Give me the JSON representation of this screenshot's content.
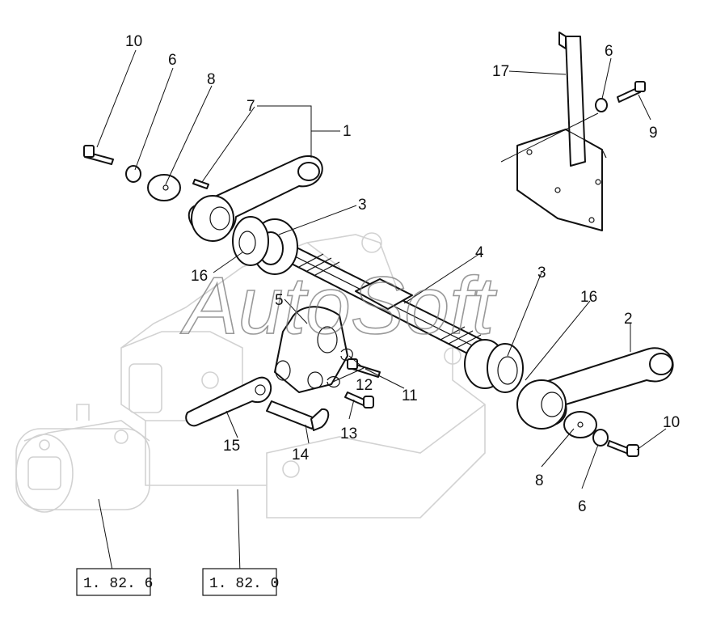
{
  "watermark": "AutoSoft",
  "callouts": {
    "c1": "1",
    "c2": "2",
    "c3a": "3",
    "c3b": "3",
    "c4": "4",
    "c5": "5",
    "c6a": "6",
    "c6b": "6",
    "c6c": "6",
    "c7": "7",
    "c8a": "8",
    "c8b": "8",
    "c9": "9",
    "c10a": "10",
    "c10b": "10",
    "c11": "11",
    "c12": "12",
    "c13": "13",
    "c14": "14",
    "c15": "15",
    "c16a": "16",
    "c16b": "16",
    "c17": "17"
  },
  "references": {
    "ref_a": "1. 82. 6",
    "ref_b": "1. 82. 0"
  }
}
